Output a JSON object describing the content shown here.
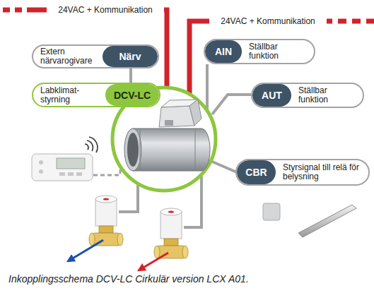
{
  "diagram": {
    "caption": "Inkopplingsschema DCV-LC Cirkulär version LCX A01.",
    "nodes": [
      {
        "text": [
          "Extern närvarogivare",
          "Närv"
        ]
      },
      {
        "text": [
          "AIN",
          "Ställbar funktion"
        ]
      },
      {
        "text": [
          "Labklimat- styrning",
          "DCV-LC"
        ]
      },
      {
        "text": [
          "AUT",
          "Ställbar funktion"
        ]
      },
      {
        "text": [
          "CBR",
          "Styrsignal till relä för belysning"
        ]
      }
    ],
    "labels": [
      "24VAC + Kommunikation",
      "24VAC + Kommunikation"
    ]
  }
}
